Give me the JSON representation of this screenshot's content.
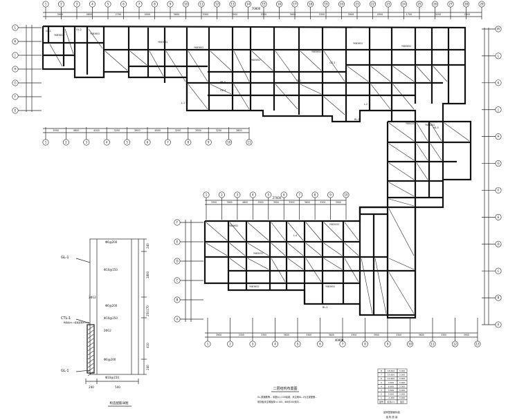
{
  "drawing": {
    "plan_title": "二层结构布置图",
    "plan_notes": [
      "GL,梁钢筋等... 本图以1:100绘制，未注明GL-1为过梁配筋...",
      "现浇板未注明板厚h=100，Φ8@200双向..."
    ],
    "detail_title": "构造配筋详图",
    "axis_labels_top": [
      "1",
      "2",
      "3",
      "4",
      "5",
      "6",
      "7",
      "8",
      "9",
      "10",
      "11",
      "12",
      "13",
      "14",
      "15",
      "16",
      "17",
      "18",
      "19",
      "20",
      "21",
      "22",
      "23",
      "24",
      "25",
      "26",
      "27",
      "28",
      "29"
    ],
    "axis_labels_left": [
      "L",
      "K",
      "J",
      "H",
      "G",
      "F",
      "E"
    ],
    "axis_labels_right": [
      "M",
      "L",
      "K",
      "J",
      "H",
      "G",
      "F",
      "E",
      "D",
      "C",
      "B",
      "A"
    ],
    "dims_top": [
      "3900",
      "4800",
      "2700",
      "4000",
      "3600",
      "3300",
      "3900",
      "3300",
      "3600",
      "3300",
      "3900",
      "4500",
      "1700",
      "3200",
      "2800"
    ],
    "total_dim_top": "70800",
    "dims_mid": [
      "3900",
      "4800",
      "4000",
      "3200",
      "3900",
      "4800",
      "3200",
      "3900",
      "3200",
      "2800"
    ],
    "dims_lower_top": [
      "3300",
      "3900",
      "4800",
      "3300",
      "3900",
      "3300",
      "3600",
      "3300",
      "3900"
    ],
    "total_dim_lower": "27600",
    "dims_bottom": [
      "3900",
      "3300",
      "3300",
      "3600",
      "3300",
      "3600",
      "3300",
      "3900",
      "3300",
      "3600",
      "3300",
      "3900"
    ],
    "total_dim_bottom": "40800",
    "slab_labels": [
      "YKB3652",
      "YKB3652",
      "YKB3652",
      "YKB3652",
      "YKB3652",
      "YKB3652",
      "YKB3652",
      "YKB3652",
      "YKB4252",
      "YKB4252",
      "YKB3652",
      "YKB3052",
      "YKB3052",
      "YKB3652",
      "YKB3652"
    ],
    "beam_labels": [
      "GL-1",
      "GL-2",
      "GZ-4",
      "GZ-3",
      "L-1",
      "L-2",
      "L-4",
      "BL-1",
      "BL-2",
      "TL-1",
      "YB-4",
      "YB-5"
    ],
    "detail": {
      "labels": [
        "GL-1",
        "CTL-1",
        "GL-1"
      ],
      "rebar_notes": [
        "Φ6@200",
        "Φ10@150",
        "2Φ12",
        "Φ6@200",
        "Φ10@250",
        "2Φ12",
        "Φ6@200",
        "Φ10@150"
      ],
      "side_dims": [
        "240",
        "1800",
        "170",
        "250",
        "410",
        "240"
      ],
      "bottom_dims": [
        "240",
        "500"
      ],
      "annotation": "构造柱GL-1底板配筋Φ10@"
    },
    "level_table": {
      "rows": [
        [
          "8",
          "18.600",
          "3.000"
        ],
        [
          "7",
          "15.600",
          "3.000"
        ],
        [
          "6",
          "12.600",
          "3.000"
        ],
        [
          "5",
          "9.600",
          "3.000"
        ],
        [
          "4",
          "6.600",
          "3.000"
        ],
        [
          "3",
          "3.600",
          "3.000"
        ],
        [
          "2",
          "0.600",
          "3.000"
        ],
        [
          "1",
          "-2.400",
          "3.000"
        ]
      ],
      "header": [
        "层号",
        "标高(m)",
        "层高"
      ],
      "caption": "结构层楼面标高",
      "subcaption": "结 构 层 高"
    }
  }
}
